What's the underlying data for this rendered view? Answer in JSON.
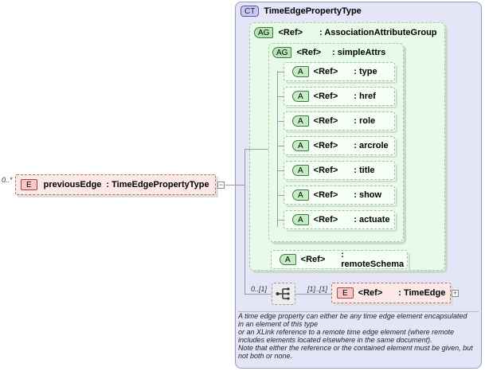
{
  "complex_type": {
    "tag": "CT",
    "name": "TimeEdgePropertyType"
  },
  "attribute_group_outer": {
    "tag": "AG",
    "ref": "<Ref>",
    "name": ": AssociationAttributeGroup"
  },
  "attribute_group_inner": {
    "tag": "AG",
    "ref": "<Ref>",
    "name": ": simpleAttrs"
  },
  "attributes": [
    {
      "tag": "A",
      "ref": "<Ref>",
      "name": ": type"
    },
    {
      "tag": "A",
      "ref": "<Ref>",
      "name": ": href"
    },
    {
      "tag": "A",
      "ref": "<Ref>",
      "name": ": role"
    },
    {
      "tag": "A",
      "ref": "<Ref>",
      "name": ": arcrole"
    },
    {
      "tag": "A",
      "ref": "<Ref>",
      "name": ": title"
    },
    {
      "tag": "A",
      "ref": "<Ref>",
      "name": ": show"
    },
    {
      "tag": "A",
      "ref": "<Ref>",
      "name": ": actuate"
    }
  ],
  "remote_schema": {
    "tag": "A",
    "ref": "<Ref>",
    "name": ": remoteSchema"
  },
  "element": {
    "tag": "E",
    "cardinality": "0..*",
    "name": "previousEdge",
    "type": ": TimeEdgePropertyType",
    "expander": "−"
  },
  "sequence": {
    "cardinality": "0..[1]"
  },
  "time_edge": {
    "tag": "E",
    "cardinality": "[1]..[1]",
    "ref": "<Ref>",
    "name": ": TimeEdge",
    "expander": "+"
  },
  "documentation": [
    "A time edge property can either be any time edge element encapsulated",
    "in an element of this type",
    "or an XLink reference to a remote time edge element (where remote",
    "includes elements located elsewhere in the same document).",
    "Note that either the reference or the contained element must be given, but",
    "not both or none."
  ]
}
